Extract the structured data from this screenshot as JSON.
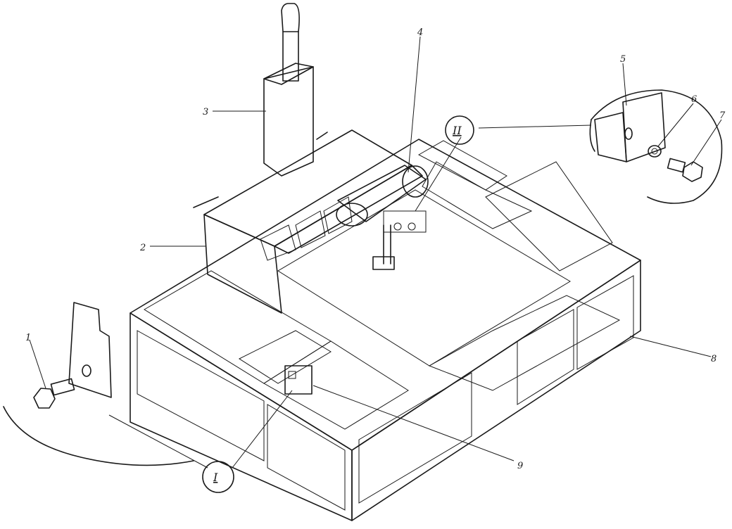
{
  "callouts": {
    "c1": "1",
    "c2": "2",
    "c3": "3",
    "c4": "4",
    "c5": "5",
    "c6": "6",
    "c7": "7",
    "c8": "8",
    "c9": "9",
    "detail1": "I",
    "detail2": "II"
  },
  "colors": {
    "ink": "#1a1a1a",
    "paper": "#ffffff",
    "shade": "#3a3a3a"
  }
}
